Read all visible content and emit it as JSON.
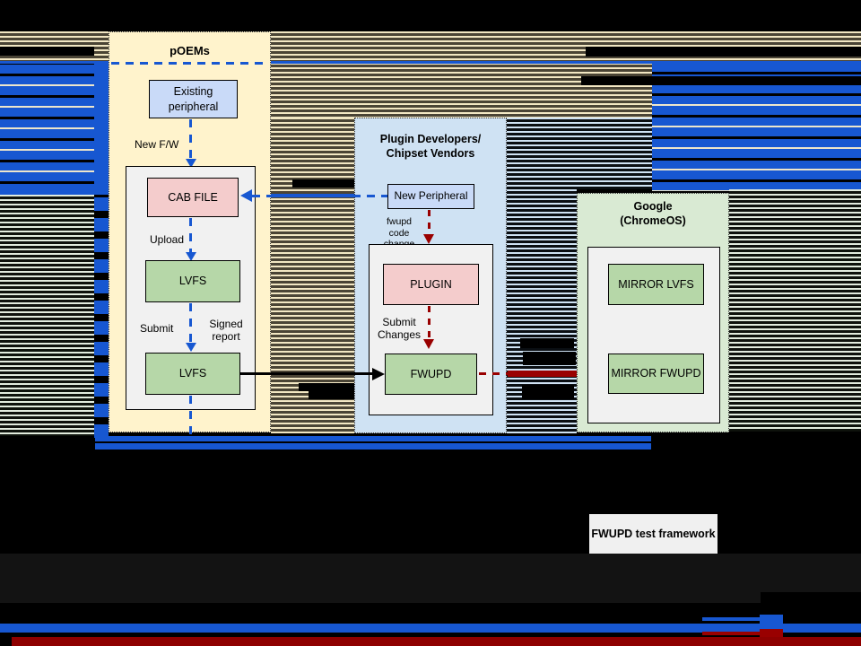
{
  "slide": {
    "panels": {
      "poems": {
        "title": "pOEMs",
        "existing_peripheral": "Existing\nperipheral",
        "new_fw_label": "New F/W",
        "cab_file": "CAB FILE",
        "upload_label": "Upload",
        "lvfs_upper": "LVFS",
        "submit_label": "Submit",
        "signed_report_label": "Signed\nreport",
        "lvfs_lower": "LVFS"
      },
      "plugin_vendors": {
        "title": "Plugin Developers/\nChipset Vendors",
        "new_peripheral": "New Peripheral",
        "fwupd_code_change_label": "fwupd\ncode change",
        "plugin": "PLUGIN",
        "submit_changes_label": "Submit\nChanges",
        "fwupd": "FWUPD"
      },
      "google": {
        "title": "Google\n(ChromeOS)",
        "mirror_lvfs": "MIRROR LVFS",
        "mirror_fwupd": "MIRROR FWUPD"
      }
    },
    "footer": {
      "test_framework": "FWUPD test framework"
    },
    "colors": {
      "accent_blue": "#1757d1",
      "dark_red": "#990000",
      "panel_cream": "#fff3cc",
      "panel_blue": "#cfe2f3",
      "panel_green": "#d9ead3",
      "box_green": "#b6d7a8",
      "box_pink": "#f4cccc",
      "box_periwinkle": "#c9daf8",
      "container_gray": "#f1f1f1"
    }
  }
}
